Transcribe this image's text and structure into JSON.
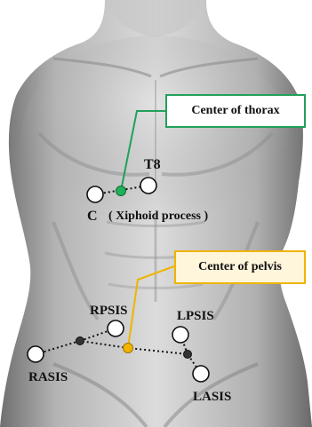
{
  "callouts": {
    "thorax": {
      "label": "Center of thorax",
      "border_color": "#22a05a",
      "fill_color": "#ffffff"
    },
    "pelvis": {
      "label": "Center of pelvis",
      "border_color": "#f0b400",
      "fill_color": "#fff6dc"
    }
  },
  "markers": {
    "C": "C",
    "T8": "T8",
    "xiphoid": "( Xiphoid process )",
    "RPSIS": "RPSIS",
    "LPSIS": "LPSIS",
    "RASIS": "RASIS",
    "LASIS": "LASIS"
  },
  "colors": {
    "thorax_center": "#1fb25a",
    "pelvis_center": "#f2b400",
    "midpoint": "#333333",
    "marker_fill": "#ffffff",
    "marker_stroke": "#111111"
  }
}
